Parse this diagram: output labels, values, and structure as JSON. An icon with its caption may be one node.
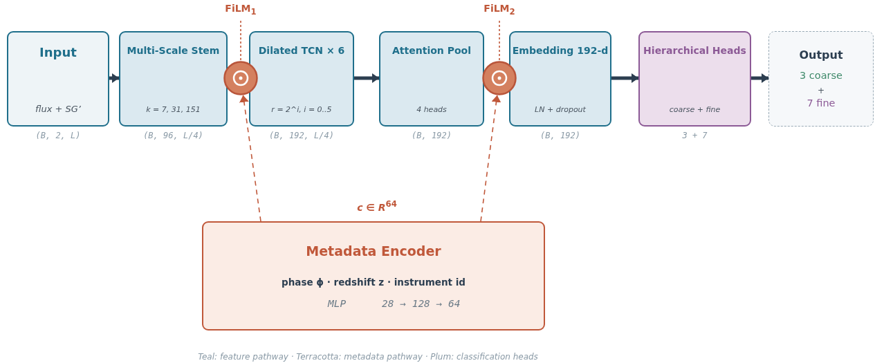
{
  "diagram": {
    "caption": "Teal: feature pathway · Terracotta: metadata pathway · Plum: classification heads",
    "nodes": [
      {
        "text": [
          "Input",
          "flux + SG’"
        ],
        "beside": [
          "(B, 2, L)"
        ]
      },
      {
        "text": [
          "Multi-Scale Stem",
          "k = 7, 31, 151"
        ],
        "beside": [
          "(B, 96, L/4)"
        ]
      },
      {
        "text": [
          "FiLM$_{1}$"
        ]
      },
      {
        "text": [],
        "shape": "circle"
      },
      {
        "text": [
          "Dilated TCN × 6",
          "r = 2^i, i = 0..5"
        ],
        "beside": [
          "(B, 192, L/4)"
        ]
      },
      {
        "text": [
          "Attention Pool",
          "4 heads"
        ],
        "beside": [
          "(B, 192)"
        ]
      },
      {
        "text": [
          "FiLM$_{2}$"
        ]
      },
      {
        "text": [],
        "shape": "circle"
      },
      {
        "text": [
          "Embedding 192-d",
          "LN + dropout"
        ],
        "beside": [
          "(B, 192)"
        ]
      },
      {
        "text": [
          "Hierarchical Heads",
          "coarse + fine"
        ],
        "beside": [
          "3 + 7"
        ]
      },
      {
        "text": [
          "Output",
          "3 coarse",
          "+",
          "7 fine"
        ]
      },
      {
        "text": [
          "Metadata Encoder",
          "phase ϕ · redshift z · instrument id",
          "MLP",
          "28 → 128 → 64"
        ]
      }
    ],
    "edges": [
      {
        "from": 0,
        "to": 1,
        "arrow": "to",
        "style": "thick",
        "color": "#2c3e50"
      },
      {
        "from": 4,
        "to": 5,
        "arrow": "to",
        "style": "thick",
        "color": "#2c3e50"
      },
      {
        "from": 8,
        "to": 9,
        "arrow": "to",
        "style": "thick",
        "color": "#2c3e50"
      },
      {
        "from": 9,
        "to": 10,
        "arrow": "to",
        "style": "thick",
        "color": "#2c3e50"
      },
      {
        "from": 2,
        "to": 3,
        "arrow": "none",
        "style": "dashed",
        "color": "#c0583a"
      },
      {
        "from": 6,
        "to": 7,
        "arrow": "none",
        "style": "dashed",
        "color": "#c0583a"
      },
      {
        "from": 11,
        "to": 3,
        "arrow": "to",
        "style": "dashed",
        "color": "#c0583a"
      },
      {
        "from": 11,
        "to": 7,
        "arrow": "to",
        "style": "dashed",
        "color": "#c0583a"
      }
    ],
    "labels": [
      "*c* ∈ *R*$^{64}$"
    ]
  }
}
